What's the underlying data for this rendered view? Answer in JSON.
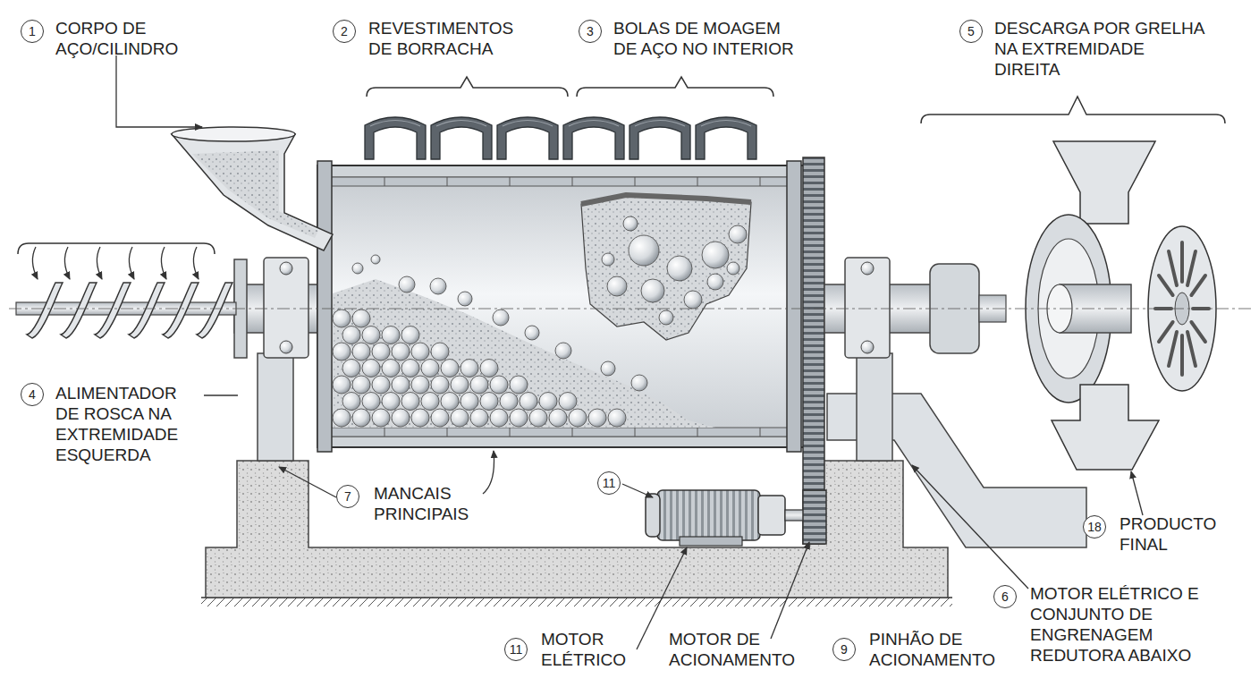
{
  "diagram": {
    "nodes": [
      {
        "text": [
          "1",
          "CORPO DE AÇO/CILINDRO"
        ]
      },
      {
        "text": [
          "2",
          "REVESTIMENTOS DE BORRACHA"
        ]
      },
      {
        "text": [
          "3",
          "BOLAS DE MOAGEM DE AÇO NO INTERIOR"
        ]
      },
      {
        "text": [
          "5",
          "DESCARGA POR GRELHA NA EXTREMIDADE DIREITA"
        ]
      },
      {
        "text": [
          "4",
          "ALIMENTADOR DE ROSCA NA EXTREMIDADE ESQUERDA"
        ]
      },
      {
        "text": [
          "7",
          "MANCAIS PRINCIPAIS"
        ]
      },
      {
        "text": [
          "11"
        ]
      },
      {
        "text": [
          "18",
          "PRODUCTO FINAL"
        ]
      },
      {
        "text": [
          "6",
          "MOTOR ELÉTRICO E CONJUNTO DE ENGRENAGEM REDUTORA ABAIXO"
        ]
      },
      {
        "text": [
          "11",
          "MOTOR ELÉTRICO"
        ]
      },
      {
        "text": [
          "9",
          "PINHÃO DE ACIONAMENTO"
        ]
      }
    ],
    "labels": [
      "MOTOR DE ACIONAMENTO"
    ]
  }
}
